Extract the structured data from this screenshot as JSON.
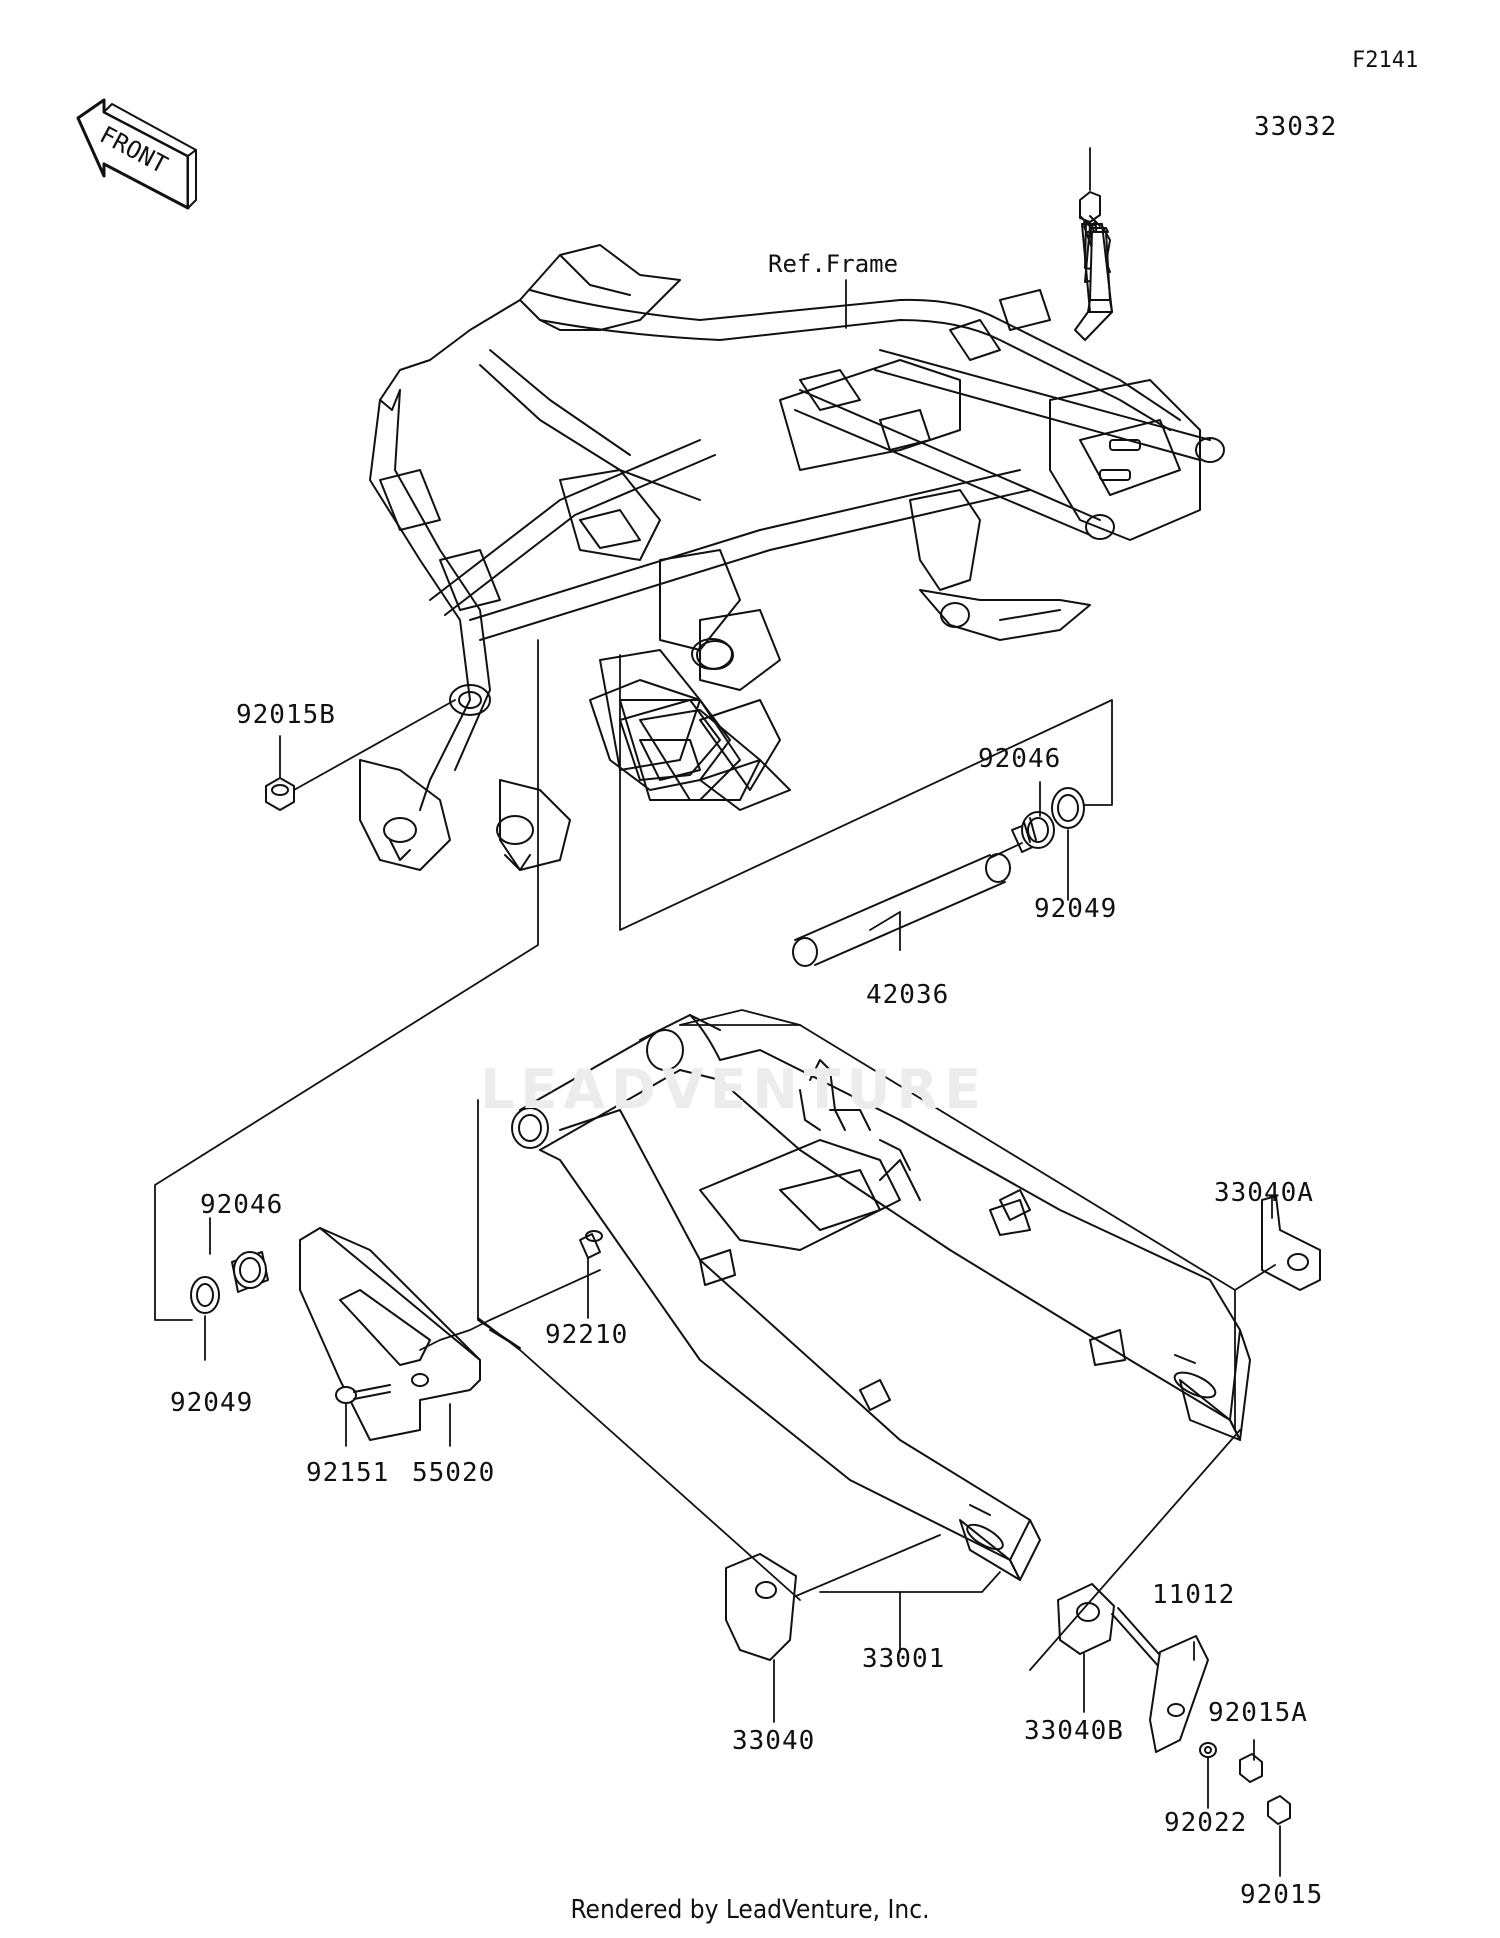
{
  "diagram_code": "F2141",
  "front_marker": "FRONT",
  "frame_reference": "Ref.Frame",
  "watermark": "LEADVENTURE",
  "footer": "Rendered by LeadVenture, Inc.",
  "parts": {
    "p33032": "33032",
    "p92015B": "92015B",
    "p92046_top": "92046",
    "p92049_top": "92049",
    "p42036": "42036",
    "p92046_left": "92046",
    "p92049_left": "92049",
    "p92210": "92210",
    "p92151": "92151",
    "p55020": "55020",
    "p33040A": "33040A",
    "p33001": "33001",
    "p33040": "33040",
    "p33040B": "33040B",
    "p11012": "11012",
    "p92015A": "92015A",
    "p92022": "92022",
    "p92015": "92015"
  }
}
